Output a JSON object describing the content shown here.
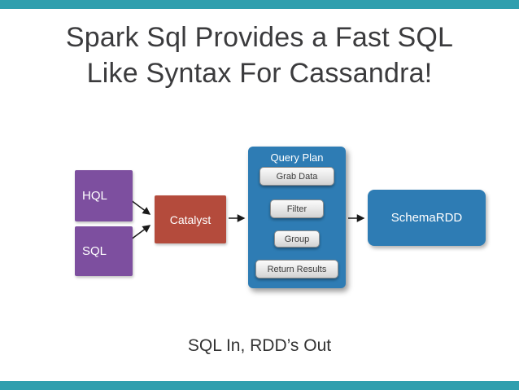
{
  "slide": {
    "title_line1": "Spark Sql Provides a Fast SQL",
    "title_line2": "Like Syntax For Cassandra!",
    "caption": "SQL In, RDD’s Out"
  },
  "diagram": {
    "inputs": [
      {
        "label": "HQL"
      },
      {
        "label": "SQL"
      }
    ],
    "catalyst": {
      "label": "Catalyst"
    },
    "query_plan": {
      "title": "Query Plan",
      "steps": [
        "Grab Data",
        "Filter",
        "Group",
        "Return Results"
      ]
    },
    "output": {
      "label": "SchemaRDD"
    }
  },
  "colors": {
    "accent_bar": "#2f9fae",
    "input_box": "#7d4f9f",
    "catalyst_box": "#b44b3c",
    "blue_box": "#2e7cb4",
    "title_text": "#3b3b3d",
    "arrow": "#1a1a1a"
  }
}
